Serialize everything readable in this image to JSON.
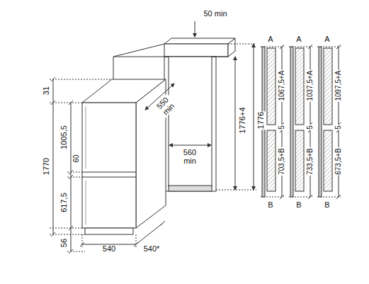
{
  "diagram": {
    "labels": [
      "50 min",
      "31",
      "1005,5",
      "1770",
      "60",
      "617,5",
      "56",
      "540",
      "540*",
      "550 min",
      "560 min",
      "1776+4",
      "1776",
      "A",
      "A",
      "A",
      "1067,5+A",
      "1037,5+A",
      "1097,5+A",
      "5",
      "5",
      "5",
      "703,5+B",
      "733,5+B",
      "673,5+B",
      "B",
      "B",
      "B"
    ]
  }
}
